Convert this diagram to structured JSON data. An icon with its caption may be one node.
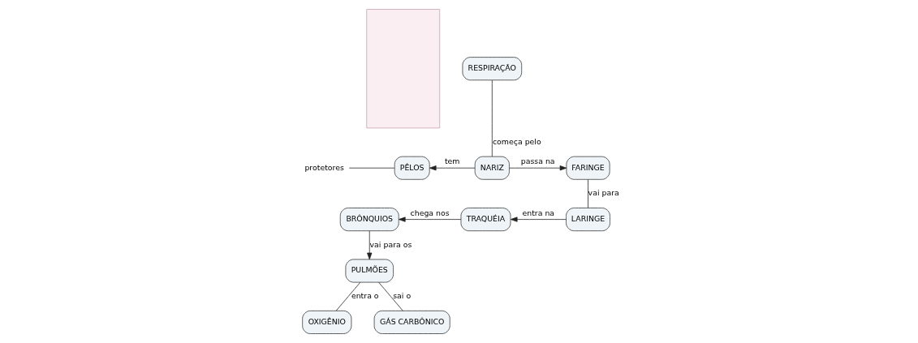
{
  "diagram": {
    "nodes": [
      {
        "text": [],
        "shape": "box"
      },
      {
        "text": [
          "RESPIRAÇÃO"
        ]
      },
      {
        "text": [
          "protetores"
        ]
      },
      {
        "text": [
          "PÊLOS"
        ]
      },
      {
        "text": [
          "NARIZ"
        ]
      },
      {
        "text": [
          "FARINGE"
        ]
      },
      {
        "text": [
          "BRÔNQUIOS"
        ]
      },
      {
        "text": [
          "TRAQUÉIA"
        ]
      },
      {
        "text": [
          "LARINGE"
        ]
      },
      {
        "text": [
          "PULMÕES"
        ]
      },
      {
        "text": [
          "OXIGÊNIO"
        ]
      },
      {
        "text": [
          "GÁS CARBÔNICO"
        ]
      }
    ],
    "edges": [
      {
        "from": 1,
        "to": 4,
        "label": "começa pelo",
        "arrow": "none"
      },
      {
        "from": 4,
        "to": 3,
        "label": "tem",
        "arrow": "to"
      },
      {
        "from": 3,
        "to": 2,
        "arrow": "none"
      },
      {
        "from": 4,
        "to": 5,
        "label": "passa na",
        "arrow": "to"
      },
      {
        "from": 5,
        "to": 8,
        "label": "vai para",
        "arrow": "none"
      },
      {
        "from": 8,
        "to": 7,
        "label": "entra na",
        "arrow": "to"
      },
      {
        "from": 7,
        "to": 6,
        "label": "chega nos",
        "arrow": "to"
      },
      {
        "from": 6,
        "to": 9,
        "label": "vai para os",
        "arrow": "to"
      },
      {
        "from": 9,
        "to": 10,
        "label": "entra o",
        "arrow": "none"
      },
      {
        "from": 9,
        "to": 11,
        "label": "sai o",
        "arrow": "none"
      }
    ]
  }
}
